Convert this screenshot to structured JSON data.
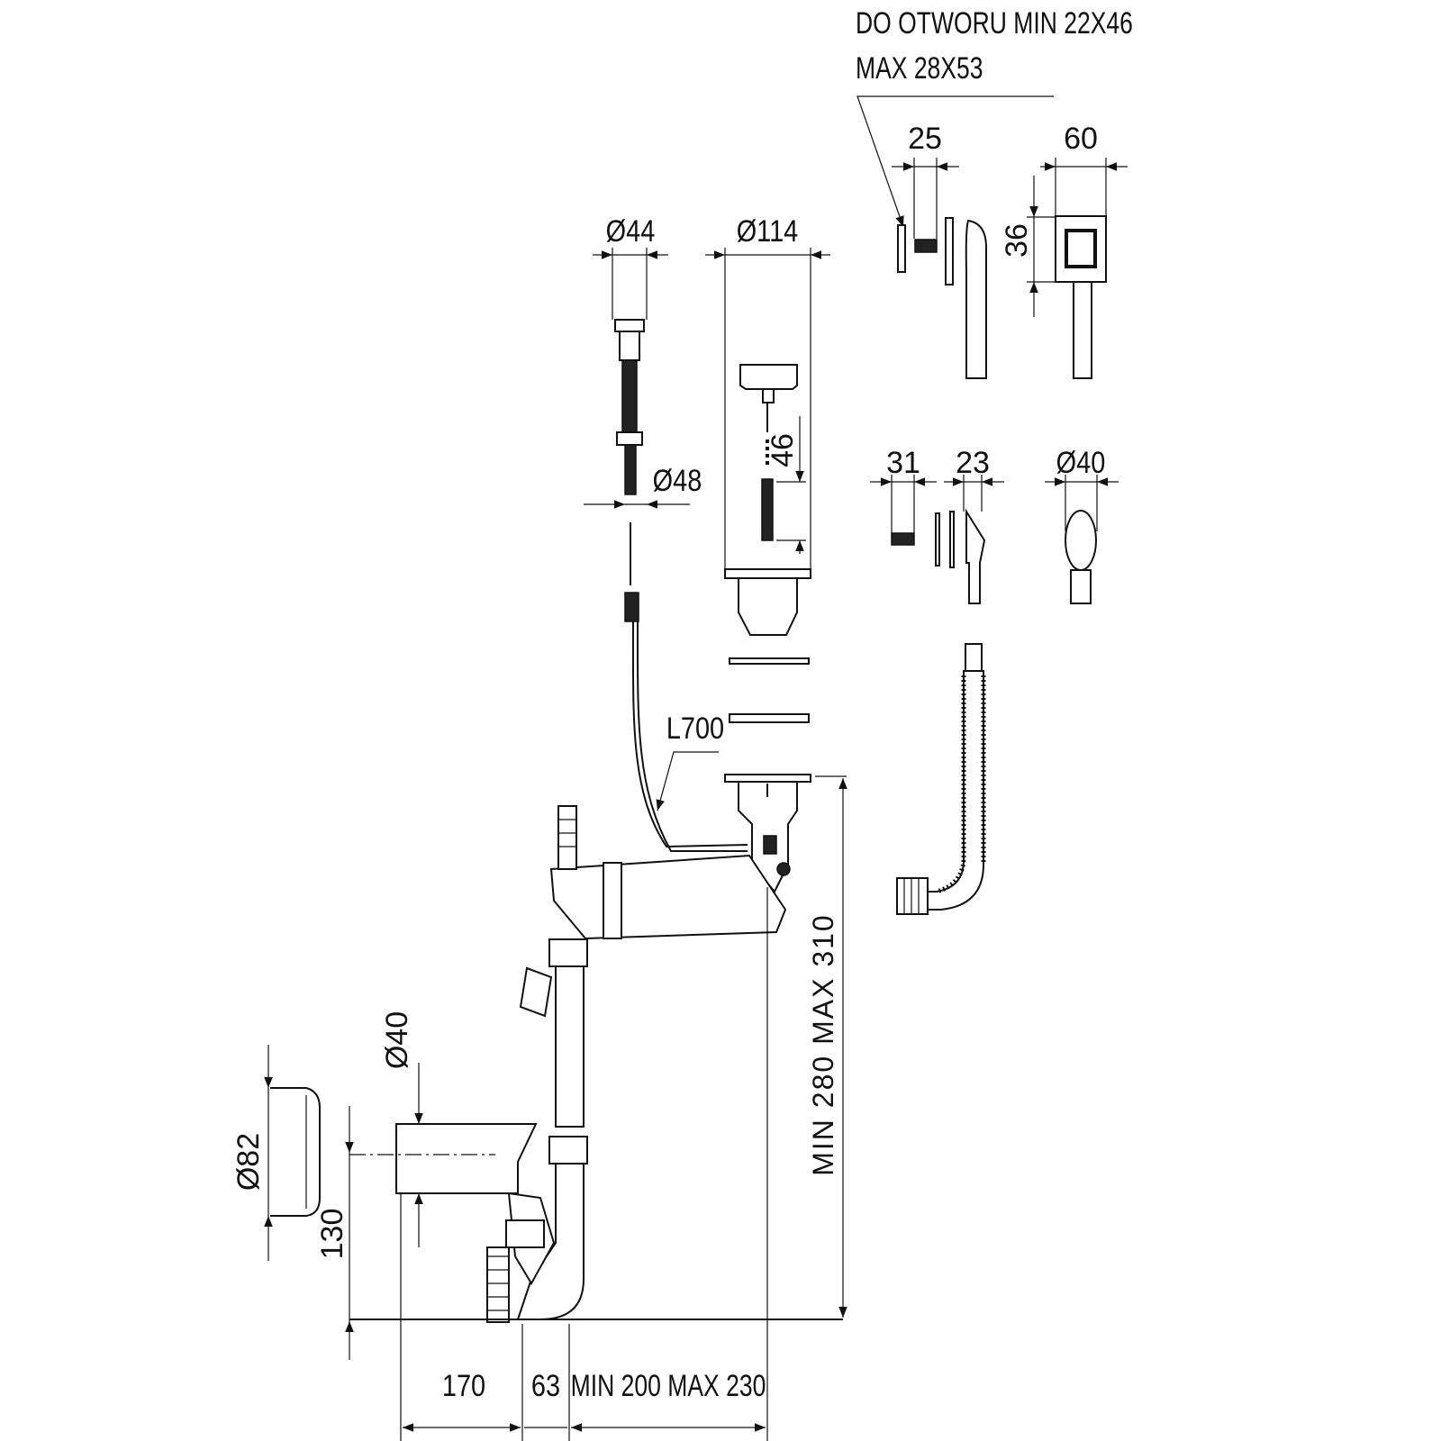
{
  "diagram": {
    "overflow_note": {
      "line1": "DO OTWORU MIN 22X46",
      "line2": "MAX 28X53"
    },
    "dimensions": {
      "d25": "25",
      "d60": "60",
      "d36": "36",
      "d44": "Ø44",
      "d114": "Ø114",
      "d46": "46",
      "d48": "Ø48",
      "d31": "31",
      "d23": "23",
      "d40_round": "Ø40",
      "l700": "L700",
      "height_range": "MIN 280 MAX 310",
      "d40_inlet": "Ø40",
      "d82": "Ø82",
      "h130": "130",
      "w170": "170",
      "w63": "63",
      "w_range": "MIN 200 MAX 230"
    }
  }
}
